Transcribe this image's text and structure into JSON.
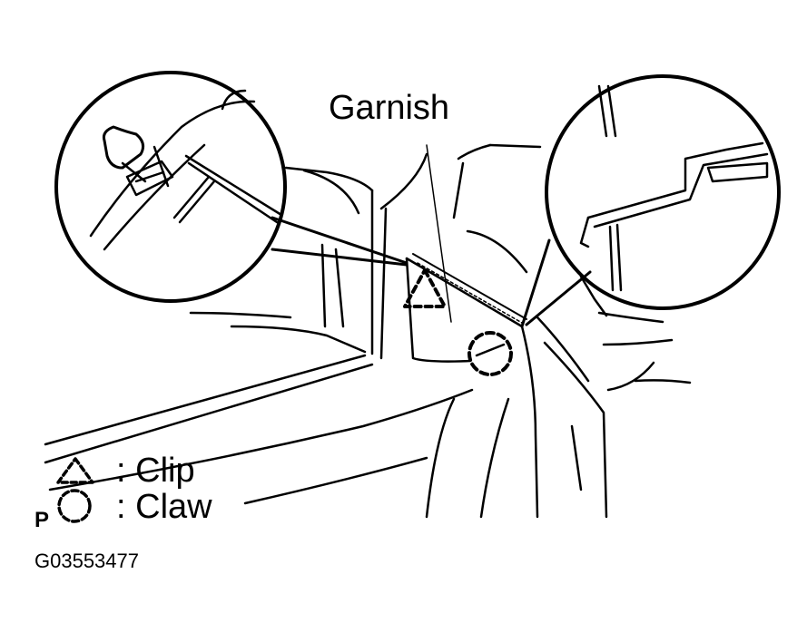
{
  "diagram": {
    "callout_label": "Garnish",
    "legend": {
      "clip": {
        "symbol": "△",
        "label": "Clip"
      },
      "claw": {
        "symbol": "○",
        "label": "Claw"
      }
    },
    "legend_prefix": "P",
    "figure_code": "G03553477"
  },
  "colors": {
    "line": "#000000",
    "background": "#ffffff"
  }
}
